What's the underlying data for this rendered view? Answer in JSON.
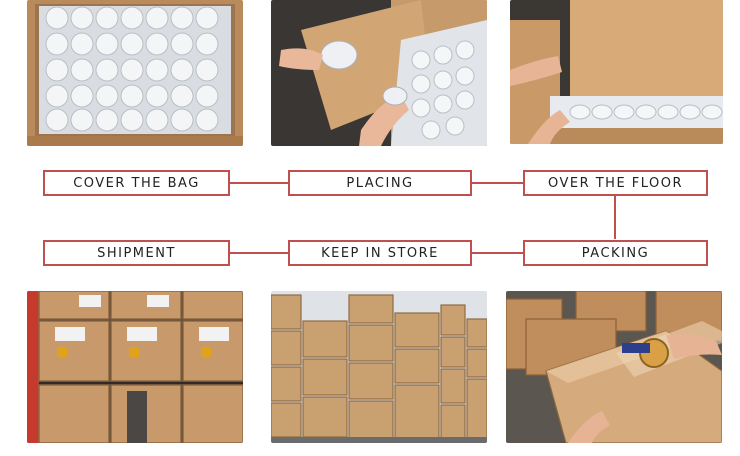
{
  "process": {
    "steps": [
      {
        "id": "cover-the-bag",
        "label": "COVER THE BAG"
      },
      {
        "id": "placing",
        "label": "PLACING"
      },
      {
        "id": "over-the-floor",
        "label": "OVER THE FLOOR"
      },
      {
        "id": "packing",
        "label": "PACKING"
      },
      {
        "id": "keep-in-store",
        "label": "KEEP IN STORE"
      },
      {
        "id": "shipment",
        "label": "SHIPMENT"
      }
    ]
  },
  "colors": {
    "accent": "#c0504d",
    "cardboard": "#c8996a",
    "cardboard_dark": "#a97a4c",
    "plastic": "#dfe3e8"
  }
}
